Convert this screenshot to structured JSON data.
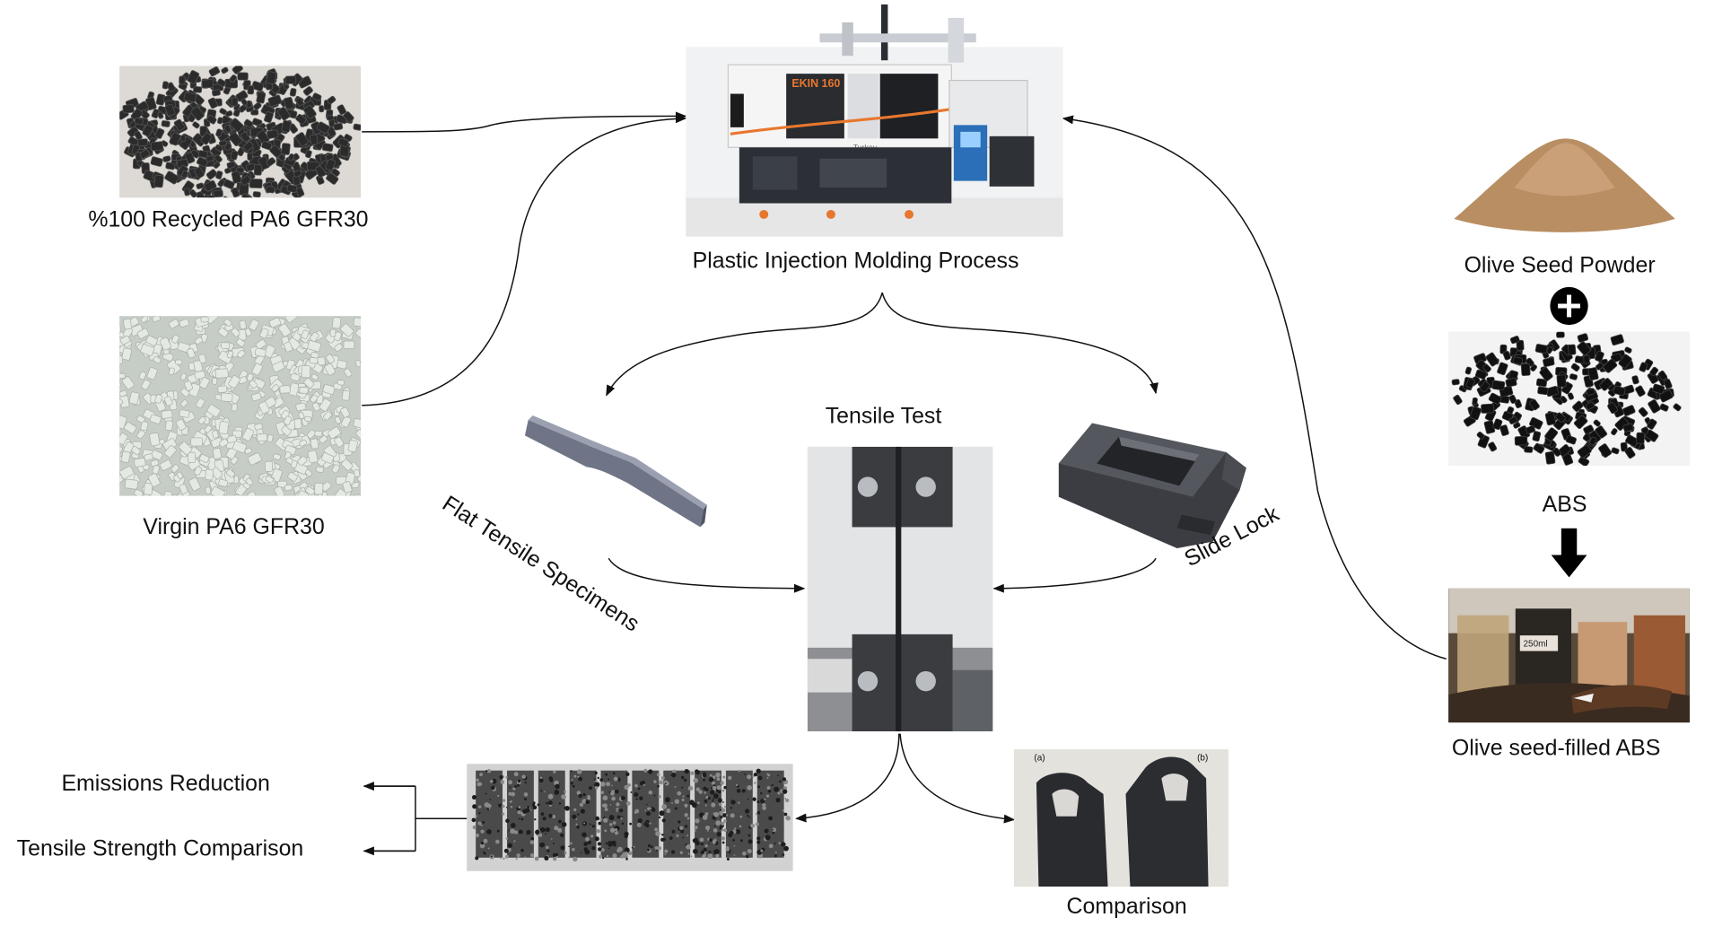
{
  "labels": {
    "recycled": "%100 Recycled PA6 GFR30",
    "virgin": "Virgin PA6 GFR30",
    "molding": "Plastic Injection Molding Process",
    "tensile_test": "Tensile Test",
    "flat_specimens": "Flat Tensile Specimens",
    "slide_lock": "Slide Lock",
    "olive_powder": "Olive Seed Powder",
    "abs": "ABS",
    "olive_abs": "Olive seed-filled ABS",
    "emissions": "Emissions Reduction",
    "strength_comparison": "Tensile Strength Comparison",
    "comparison": "Comparison"
  },
  "machine_texts": {
    "brand": "EKIN 160",
    "country": "Turkey"
  },
  "comparison_texts": {
    "panel_a": "(a)",
    "panel_b": "(b)"
  },
  "beaker_texts": {
    "volume": "250ml"
  },
  "colors": {
    "arrow": "#111111",
    "recycled_pellet": "#2b2b2b",
    "virgin_pellet": "#e4e9e3",
    "olive_powder": "#b88e62",
    "abs_pellet": "#111111",
    "specimen": "#6f7587",
    "slide_lock": "#3b3d42",
    "machine_accent": "#e8772e"
  },
  "icons": [
    "plus-icon",
    "down-arrow-icon"
  ]
}
